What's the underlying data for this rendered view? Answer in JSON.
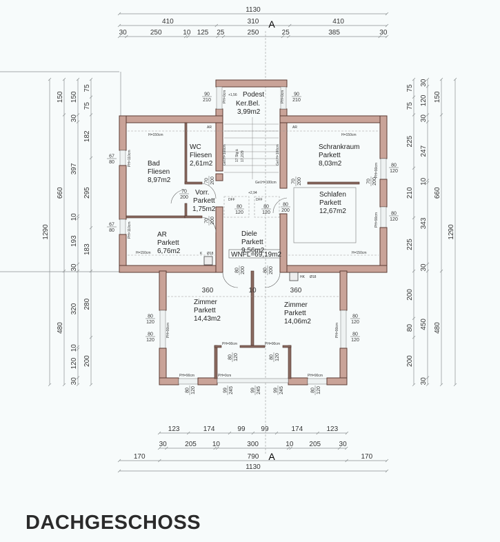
{
  "title": "DACHGESCHOSS",
  "section_marker": "A",
  "colors": {
    "wall": "#c9a398",
    "wall_outline": "#5b3b33",
    "dimension": "#8a8f90"
  },
  "dimensions": {
    "top": [
      [
        "1130"
      ],
      [
        "410",
        "310",
        "410"
      ],
      [
        "30",
        "250",
        "10",
        "125",
        "25",
        "250",
        "25",
        "385",
        "30"
      ]
    ],
    "top_values": [
      [
        1130
      ],
      [
        410,
        310,
        410
      ],
      [
        30,
        250,
        10,
        125,
        25,
        250,
        25,
        385,
        30
      ]
    ],
    "left": [
      [
        "1290"
      ],
      [
        "150",
        "660",
        "480"
      ],
      [
        "150",
        "30",
        "397",
        "10",
        "193",
        "30",
        "320",
        "10",
        "120",
        "30"
      ],
      [
        "75",
        "75",
        "182",
        "295",
        "183",
        "280",
        "200"
      ]
    ],
    "left_values": [
      [
        1290
      ],
      [
        150,
        660,
        480
      ],
      [
        150,
        30,
        397,
        10,
        193,
        30,
        320,
        10,
        120,
        30
      ],
      [
        75,
        75,
        182,
        295,
        183,
        280,
        200
      ]
    ],
    "right": [
      [
        "75",
        "75",
        "225",
        "210",
        "225",
        "200",
        "80",
        "200"
      ],
      [
        "30",
        "120",
        "30",
        "247",
        "10",
        "343",
        "30",
        "450",
        "30"
      ],
      [
        "150",
        "660",
        "480"
      ],
      [
        "1290"
      ]
    ],
    "right_values": [
      [
        75,
        75,
        225,
        210,
        225,
        200,
        80,
        200
      ],
      [
        30,
        120,
        30,
        247,
        10,
        343,
        30,
        450,
        30
      ],
      [
        150,
        660,
        480
      ],
      [
        1290
      ]
    ],
    "bottom": [
      [
        "123",
        "174",
        "99",
        "99",
        "174",
        "123"
      ],
      [
        "30",
        "205",
        "10",
        "300",
        "10",
        "205",
        "30"
      ],
      [
        "170",
        "790",
        "170"
      ],
      [
        "1130"
      ]
    ],
    "bottom_values": [
      [
        123,
        174,
        99,
        99,
        174,
        123
      ],
      [
        30,
        205,
        10,
        300,
        10,
        205,
        30
      ],
      [
        170,
        790,
        170
      ],
      [
        1130
      ]
    ]
  },
  "rooms": {
    "podest": {
      "name": "Podest",
      "floor": "Ker.Bel.",
      "area": "3,99m2",
      "level": "+1,56"
    },
    "wc": {
      "name": "WC",
      "floor": "Fliesen",
      "area": "2,61m2"
    },
    "bad": {
      "name": "Bad",
      "floor": "Fliesen",
      "area": "8,97m2"
    },
    "vorr": {
      "name": "Vorr.",
      "floor": "Parkett",
      "area": "1,75m2"
    },
    "ar": {
      "name": "AR",
      "floor": "Parkett",
      "area": "6,76m2"
    },
    "diele": {
      "name": "Diele",
      "floor": "Parkett",
      "area": "9,56m2",
      "level": "+2,94",
      "wnfl": "WNFL=69,19m2"
    },
    "schrankraum": {
      "name": "Schrankraum",
      "floor": "Parkett",
      "area": "8,03m2"
    },
    "schlafen": {
      "name": "Schlafen",
      "floor": "Parkett",
      "area": "12,67m2"
    },
    "zimmer_left": {
      "name": "Zimmer",
      "floor": "Parkett",
      "area": "14,43m2"
    },
    "zimmer_right": {
      "name": "Zimmer",
      "floor": "Parkett",
      "area": "14,06m2"
    }
  },
  "stairs": {
    "line1": "17 Stg à",
    "line2": "17,2/29"
  },
  "notes": {
    "h150": "H=150cm",
    "ph110": "PH=110cm",
    "ph90": "PH=90cm",
    "ph0": "PH=0cm",
    "gel": "Gel.H=100cm",
    "ar": "AR",
    "k": "K",
    "hk": "HK",
    "chimney": "Ø18",
    "dff": "DFF",
    "d360a": "360",
    "d10": "10",
    "d360b": "360"
  },
  "openings": [
    [
      "90",
      "210"
    ],
    [
      "90",
      "210"
    ],
    [
      "67",
      "80"
    ],
    [
      "67",
      "80"
    ],
    [
      "80",
      "120"
    ],
    [
      "80",
      "120"
    ],
    [
      "70",
      "200"
    ],
    [
      "70",
      "200"
    ],
    [
      "70",
      "200"
    ],
    [
      "70",
      "200"
    ],
    [
      "70",
      "200"
    ],
    [
      "80",
      "200"
    ],
    [
      "80",
      "120"
    ],
    [
      "80",
      "120"
    ],
    [
      "80",
      "200"
    ],
    [
      "80",
      "200"
    ],
    [
      "80",
      "120"
    ],
    [
      "80",
      "120"
    ],
    [
      "80",
      "120"
    ],
    [
      "80",
      "120"
    ],
    [
      "80",
      "120"
    ],
    [
      "80",
      "120"
    ],
    [
      "80",
      "120"
    ],
    [
      "99",
      "245"
    ],
    [
      "99",
      "245"
    ],
    [
      "99",
      "245"
    ],
    [
      "80",
      "120"
    ]
  ]
}
